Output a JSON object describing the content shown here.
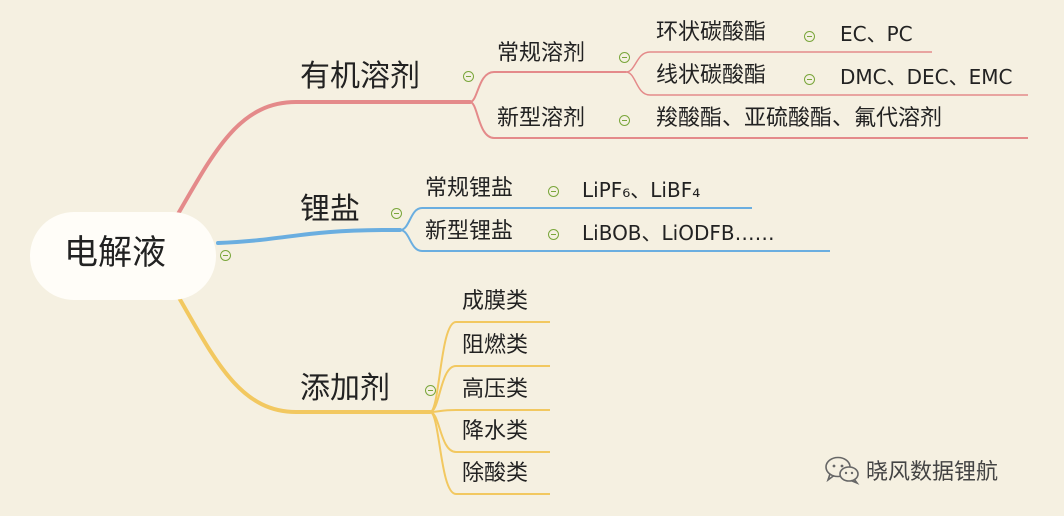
{
  "root": {
    "label": "电解液"
  },
  "organic": {
    "label": "有机溶剂",
    "conventional": {
      "label": "常规溶剂",
      "cyclic": {
        "label": "环状碳酸酯",
        "items": "EC、PC"
      },
      "linear": {
        "label": "线状碳酸酯",
        "items": "DMC、DEC、EMC"
      }
    },
    "novel": {
      "label": "新型溶剂",
      "items": "羧酸酯、亚硫酸酯、氟代溶剂"
    }
  },
  "salt": {
    "label": "锂盐",
    "conventional": {
      "label": "常规锂盐",
      "items": "LiPF₆、LiBF₄"
    },
    "novel": {
      "label": "新型锂盐",
      "items": "LiBOB、LiODFB……"
    }
  },
  "additive": {
    "label": "添加剂",
    "items": [
      "成膜类",
      "阻燃类",
      "高压类",
      "降水类",
      "除酸类"
    ]
  },
  "watermark": {
    "text": "晓风数据锂航",
    "icon": "wechat-icon"
  },
  "colors": {
    "organic": "#e48a8a",
    "salt": "#6aaee0",
    "additive": "#f2c860",
    "collapse": "#7aa63b"
  }
}
